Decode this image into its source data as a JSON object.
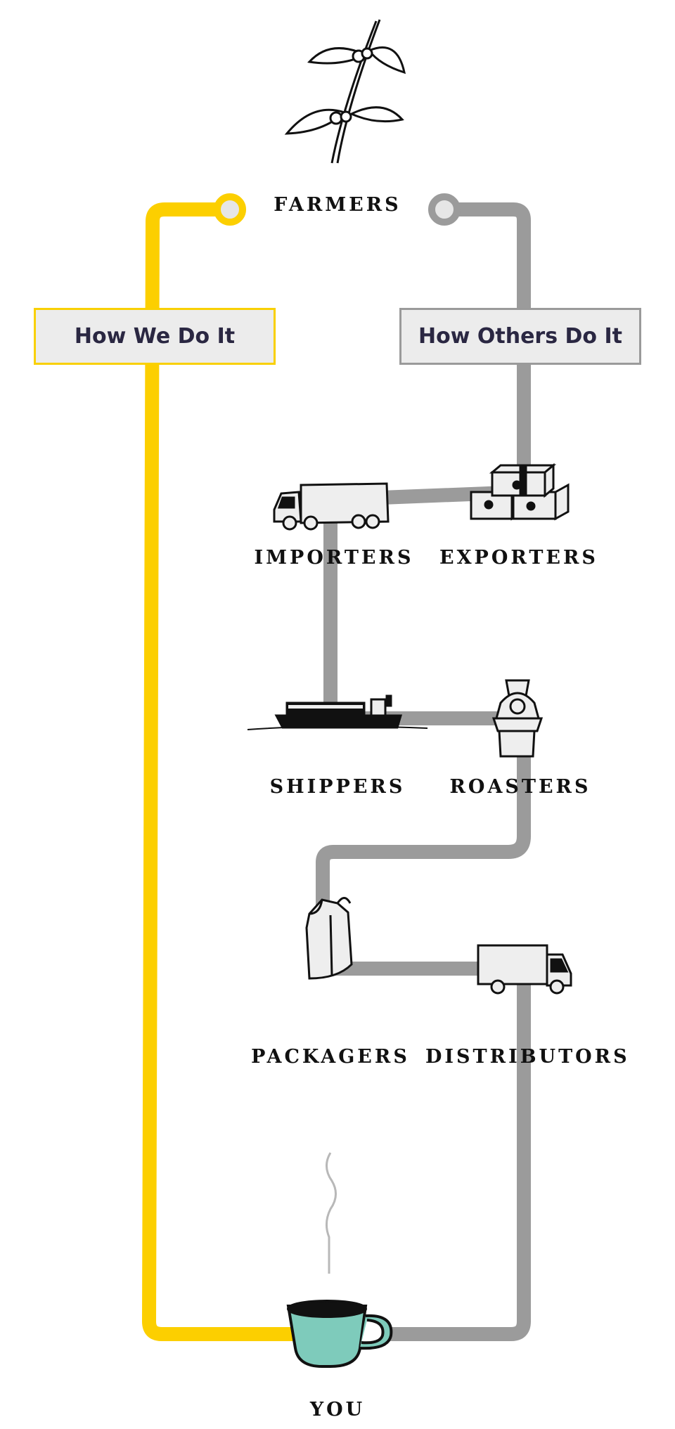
{
  "title_node": "FARMERS",
  "end_node": "YOU",
  "paths": {
    "ours": {
      "label": "How We Do It",
      "color": "#fccf00"
    },
    "others": {
      "label": "How Others Do It",
      "color": "#9b9b9b"
    }
  },
  "stages": {
    "exporters": "EXPORTERS",
    "importers": "IMPORTERS",
    "shippers": "SHIPPERS",
    "roasters": "ROASTERS",
    "packagers": "PACKAGERS",
    "distributors": "DISTRIBUTORS"
  },
  "icons": {
    "plant": "coffee-plant-icon",
    "boxes": "boxes-icon",
    "truck": "truck-icon",
    "ship": "cargo-ship-icon",
    "roaster": "roaster-machine-icon",
    "bag": "coffee-bag-icon",
    "van": "delivery-van-icon",
    "cup": "coffee-cup-icon"
  },
  "colors": {
    "cup": "#7ecbbb",
    "line_gray": "#9b9b9b",
    "line_yellow": "#fccf00"
  }
}
